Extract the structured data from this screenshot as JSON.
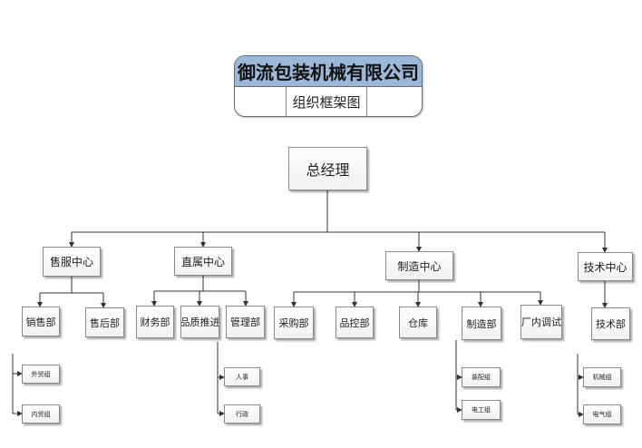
{
  "company": "御流包装机械有限公司",
  "subtitle": "组织框架图",
  "root": "总经理",
  "centers": {
    "sales_service": "售服中心",
    "direct": "直属中心",
    "manufacturing": "制造中心",
    "technology": "技术中心"
  },
  "departments": {
    "sales": "销售部",
    "after_sales": "售后部",
    "finance": "财务部",
    "quality_promotion": "品质推进",
    "management": "管理部",
    "purchasing": "采购部",
    "quality_control": "品控部",
    "warehouse": "仓库",
    "manufacturing": "制造部",
    "factory_debug": "厂内调试",
    "technology": "技术部"
  },
  "groups": {
    "foreign_trade": "外贸组",
    "domestic_trade": "内贸组",
    "hr": "人事",
    "admin": "行政",
    "assembly": "装配组",
    "electrical_work": "电工组",
    "mechanical": "机械组",
    "electrical": "电气组"
  },
  "colors": {
    "header_band": "#9bb8d9",
    "line": "#333333",
    "box_border": "#8a8a8a"
  }
}
